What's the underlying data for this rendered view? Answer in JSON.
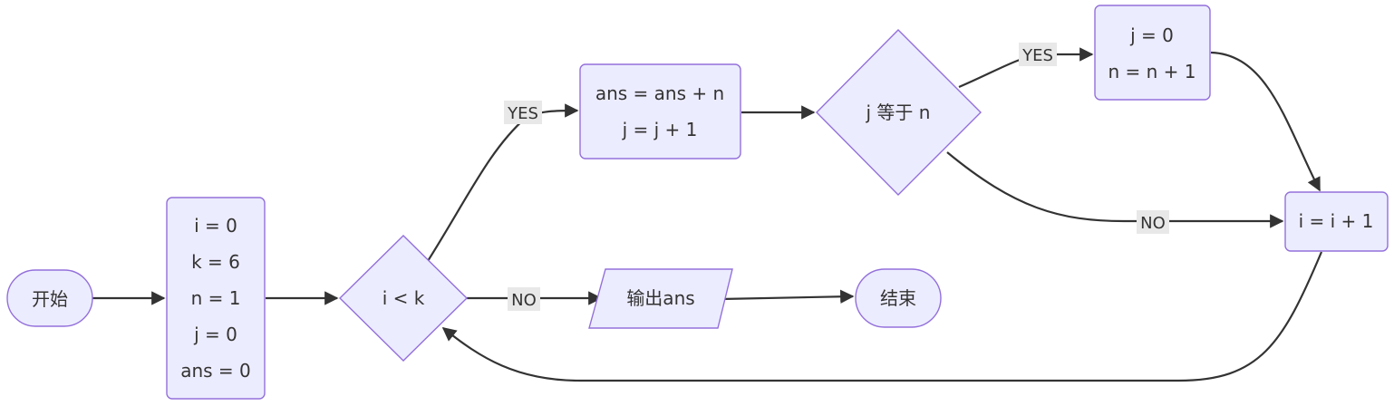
{
  "nodes": {
    "start": {
      "text": "开始"
    },
    "init": {
      "lines": [
        "i = 0",
        "k = 6",
        "n = 1",
        "j = 0",
        "ans = 0"
      ]
    },
    "cond_ik": {
      "text": "i < k"
    },
    "accumulate": {
      "lines": [
        "ans = ans + n",
        "j = j + 1"
      ]
    },
    "cond_jn": {
      "text": "j 等于 n"
    },
    "reset": {
      "lines": [
        "j = 0",
        "n = n + 1"
      ]
    },
    "increment": {
      "text": "i = i + 1"
    },
    "output": {
      "text": "输出ans"
    },
    "end": {
      "text": "结束"
    }
  },
  "edges": {
    "ik_yes": "YES",
    "ik_no": "NO",
    "jn_yes": "YES",
    "jn_no": "NO"
  }
}
